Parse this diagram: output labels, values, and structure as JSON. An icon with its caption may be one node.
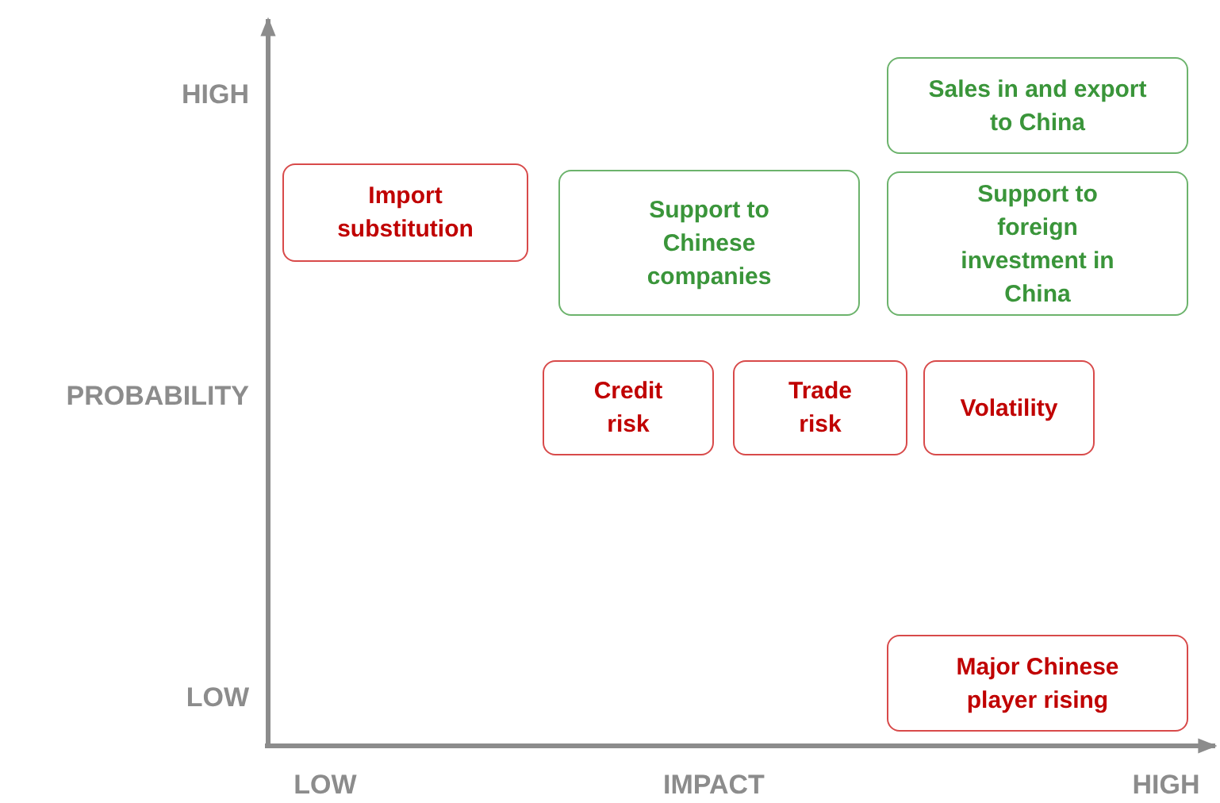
{
  "diagram": {
    "nodes": [
      {
        "text": [
          "Sales in and export to China"
        ]
      },
      {
        "text": [
          "Import substitution"
        ]
      },
      {
        "text": [
          "Support to Chinese companies"
        ]
      },
      {
        "text": [
          "Support to foreign investment in China"
        ]
      },
      {
        "text": [
          "Credit risk"
        ]
      },
      {
        "text": [
          "Trade risk"
        ]
      },
      {
        "text": [
          "Volatility"
        ]
      },
      {
        "text": [
          "Major Chinese player rising"
        ]
      }
    ],
    "labels": [
      "HIGH",
      "PROBABILITY",
      "LOW",
      "LOW",
      "IMPACT",
      "HIGH"
    ]
  }
}
